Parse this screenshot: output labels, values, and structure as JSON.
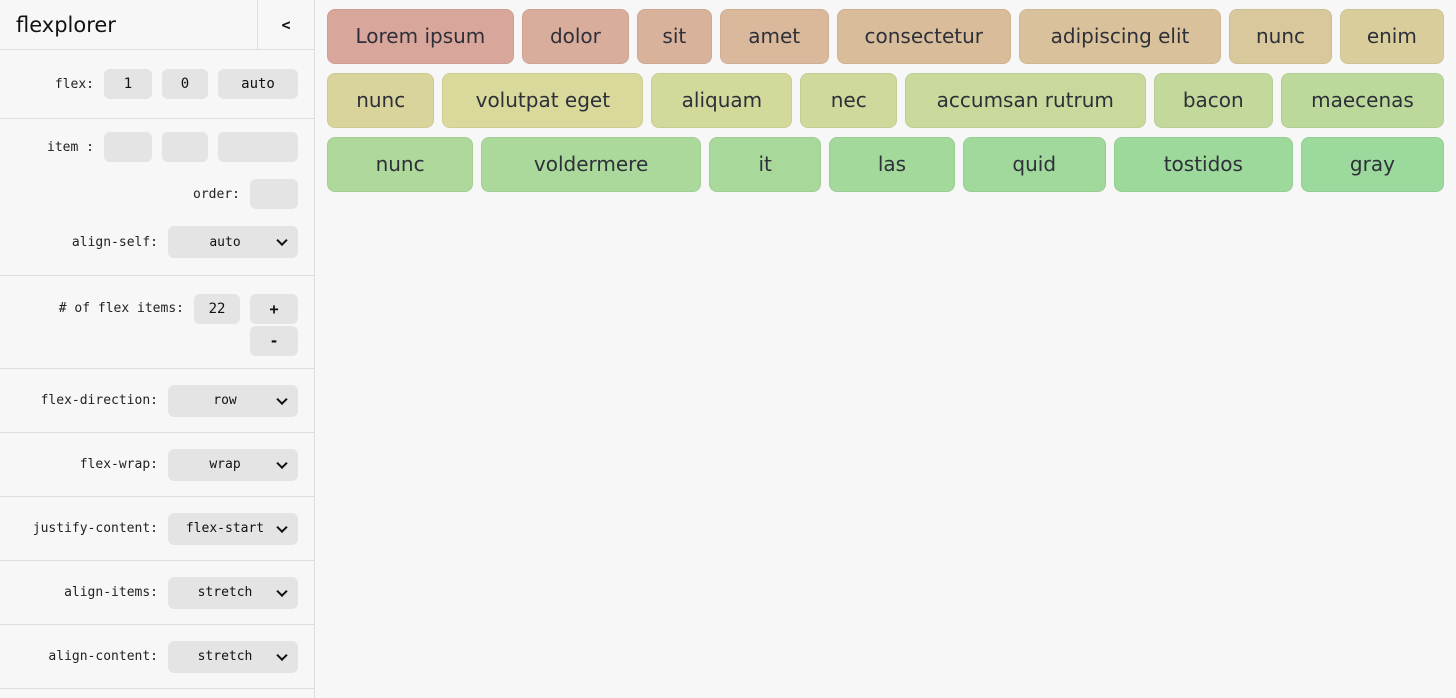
{
  "app": {
    "title": "flexplorer",
    "collapse_icon": "<"
  },
  "colors": {
    "background": "#f7f7f7",
    "divider": "#dddddd",
    "control_bg": "#e4e4e4",
    "item_text": "#2e3039",
    "gradient_start": "#d9a69b",
    "gradient_end": "#9bd99c"
  },
  "sidebar": {
    "flex": {
      "label": "flex:",
      "grow": "1",
      "shrink": "0",
      "basis": "auto"
    },
    "item": {
      "label": "item :",
      "grow": "",
      "shrink": "",
      "basis": ""
    },
    "order": {
      "label": "order:",
      "value": ""
    },
    "align_self": {
      "label": "align-self:",
      "value": "auto"
    },
    "count": {
      "label": "# of flex items:",
      "value": "22",
      "increment_label": "+",
      "decrement_label": "-"
    },
    "flex_direction": {
      "label": "flex-direction:",
      "value": "row"
    },
    "flex_wrap": {
      "label": "flex-wrap:",
      "value": "wrap"
    },
    "justify_content": {
      "label": "justify-content:",
      "value": "flex-start"
    },
    "align_items": {
      "label": "align-items:",
      "value": "stretch"
    },
    "align_content": {
      "label": "align-content:",
      "value": "stretch"
    }
  },
  "canvas": {
    "rows": [
      {
        "items": [
          {
            "label": "Lorem ipsum",
            "color": "#d9a69b",
            "basis": 188
          },
          {
            "label": "dolor",
            "color": "#d9ad9b",
            "basis": 108
          },
          {
            "label": "sit",
            "color": "#d9b29b",
            "basis": 75
          },
          {
            "label": "amet",
            "color": "#d9b89b",
            "basis": 110
          },
          {
            "label": "consectetur",
            "color": "#d9bd9b",
            "basis": 175
          },
          {
            "label": "adipiscing elit",
            "color": "#d9c29b",
            "basis": 204
          },
          {
            "label": "nunc",
            "color": "#d9c89b",
            "basis": 103
          },
          {
            "label": "enim",
            "color": "#d9cd9b",
            "basis": 105
          }
        ]
      },
      {
        "items": [
          {
            "label": "nunc",
            "color": "#d9d49b",
            "basis": 108
          },
          {
            "label": "volutpat eget",
            "color": "#d9d99b",
            "basis": 202
          },
          {
            "label": "aliquam",
            "color": "#d3d99b",
            "basis": 142
          },
          {
            "label": "nec",
            "color": "#ced99b",
            "basis": 97
          },
          {
            "label": "accumsan rutrum",
            "color": "#c8d99b",
            "basis": 242
          },
          {
            "label": "bacon",
            "color": "#c2d99b",
            "basis": 120
          },
          {
            "label": "maecenas",
            "color": "#bcd99b",
            "basis": 164
          }
        ]
      },
      {
        "items": [
          {
            "label": "nunc",
            "color": "#aed99b",
            "basis": 147
          },
          {
            "label": "voldermere",
            "color": "#abd99b",
            "basis": 221
          },
          {
            "label": "it",
            "color": "#a8d99b",
            "basis": 113
          },
          {
            "label": "las",
            "color": "#a3d99b",
            "basis": 126
          },
          {
            "label": "quid",
            "color": "#a0d99b",
            "basis": 144
          },
          {
            "label": "tostidos",
            "color": "#9dd99b",
            "basis": 180
          },
          {
            "label": "gray",
            "color": "#9bd99c",
            "basis": 144
          }
        ]
      }
    ]
  }
}
